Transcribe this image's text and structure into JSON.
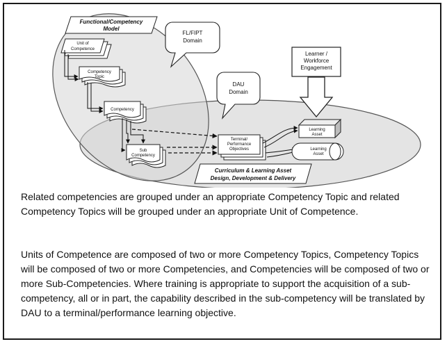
{
  "diagram": {
    "model_label": [
      "Functional/Competency",
      "Model"
    ],
    "unit_box": [
      "Unit of",
      "Competence"
    ],
    "topic_box": [
      "Competency",
      "Topic"
    ],
    "competency_box": "Competency",
    "sub_box": [
      "Sub",
      "Competency"
    ],
    "fl_callout": [
      "FL/FIPT",
      "Domain"
    ],
    "dau_callout": [
      "DAU",
      "Domain"
    ],
    "learner_box": [
      "Learner /",
      "Workforce",
      "Engagement"
    ],
    "terminal_box": [
      "Terminal/",
      "Performance",
      "Objectives"
    ],
    "learning_asset_cube": [
      "Learning",
      "Asset"
    ],
    "learning_asset_cylinder": [
      "Learning",
      "Asset"
    ],
    "curriculum_label": [
      "Curriculum & Learning Asset",
      "Design, Development & Delivery"
    ]
  },
  "text": {
    "paragraph1": "Related competencies are grouped under an appropriate Competency Topic and related Competency Topics will be grouped under an appropriate Unit of Competence.",
    "paragraph2": "Units of Competence are composed of two or more Competency Topics, Competency Topics will be composed of two or more Competencies, and Competencies will be composed of two or more Sub-Competencies.  Where training is appropriate to support the acquisition of a sub-competency, all or in part, the capability described in the sub-competency will be translated by DAU to a terminal/performance learning objective."
  }
}
